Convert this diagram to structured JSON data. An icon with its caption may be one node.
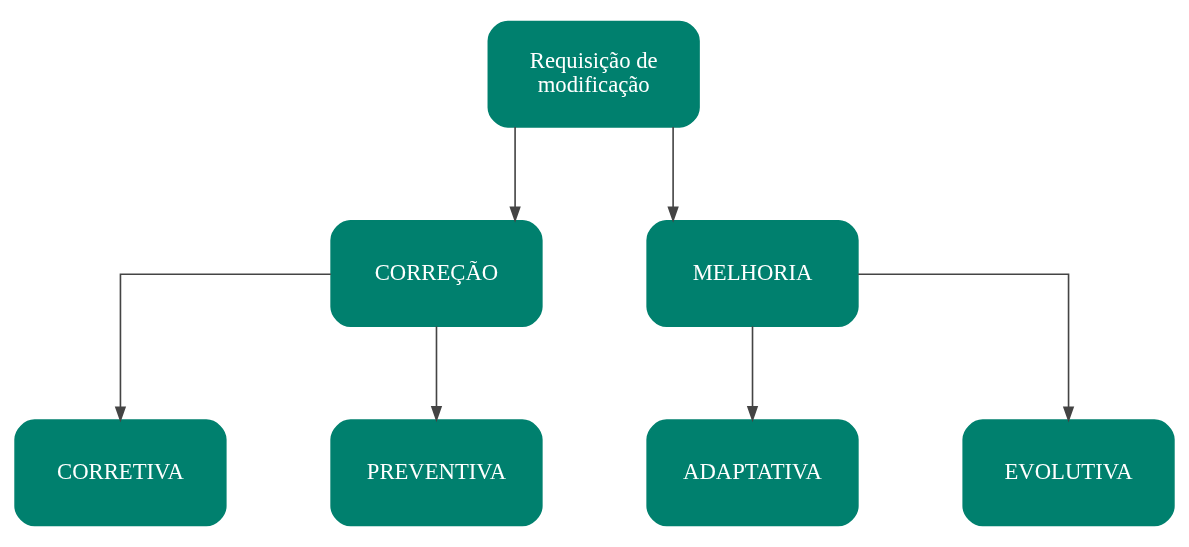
{
  "diagram": {
    "nodes": [
      {
        "text": [
          "Requisição de modificação"
        ]
      },
      {
        "text": [
          "CORREÇÃO"
        ]
      },
      {
        "text": [
          "MELHORIA"
        ]
      },
      {
        "text": [
          "CORRETIVA"
        ]
      },
      {
        "text": [
          "PREVENTIVA"
        ]
      },
      {
        "text": [
          "ADAPTATIVA"
        ]
      },
      {
        "text": [
          "EVOLUTIVA"
        ]
      }
    ],
    "edges": [
      {
        "from": 0,
        "to": 1,
        "arrow": "to"
      },
      {
        "from": 0,
        "to": 2,
        "arrow": "to"
      },
      {
        "from": 1,
        "to": 3,
        "arrow": "to"
      },
      {
        "from": 1,
        "to": 4,
        "arrow": "to"
      },
      {
        "from": 2,
        "to": 5,
        "arrow": "to"
      },
      {
        "from": 2,
        "to": 6,
        "arrow": "to"
      }
    ]
  }
}
